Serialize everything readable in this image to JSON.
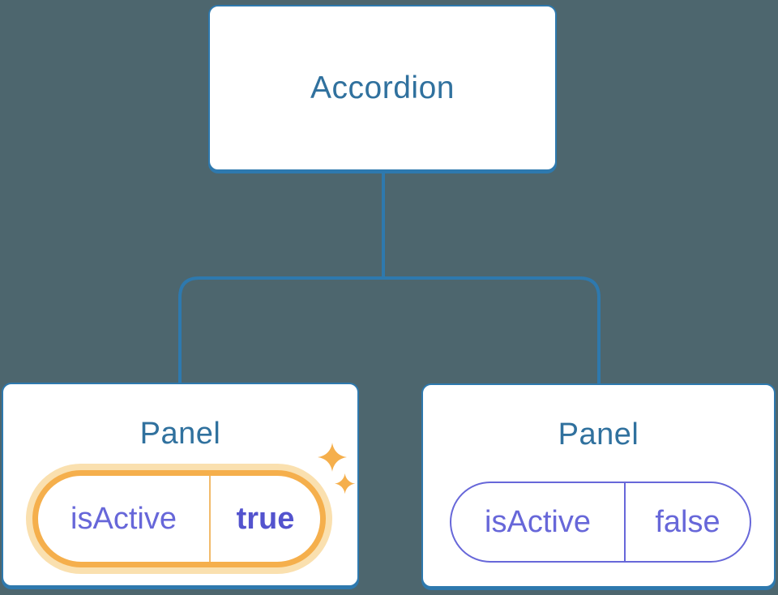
{
  "background": "#4D666E",
  "colors": {
    "card_bg": "#ffffff",
    "card_border": "#2E79AE",
    "node_text": "#30719E",
    "line": "#2E79AE",
    "purple": "#6767D9",
    "purple_bold": "#5353CE",
    "orange": "#F5AF4C",
    "orange_halo": "#FAE0AF",
    "orange_divider": "#F2BB6B",
    "sparkle": "#F5AF4C"
  },
  "tree": {
    "root": {
      "label": "Accordion"
    },
    "children": [
      {
        "label": "Panel",
        "state": "active",
        "prop_name": "isActive",
        "prop_value": "true"
      },
      {
        "label": "Panel",
        "state": "inactive",
        "prop_name": "isActive",
        "prop_value": "false"
      }
    ]
  }
}
